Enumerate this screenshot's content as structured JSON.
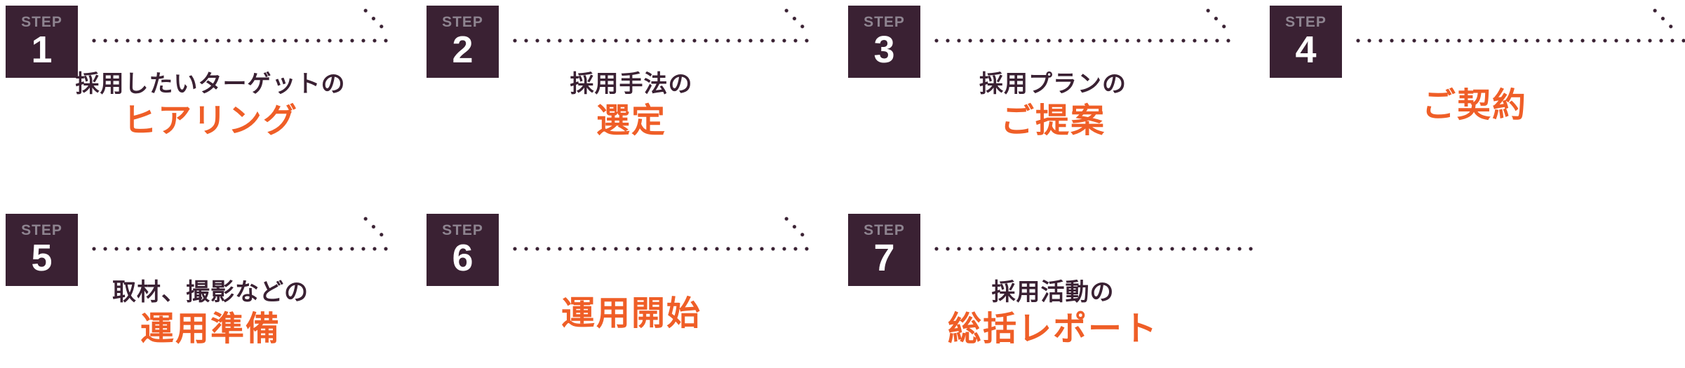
{
  "colors": {
    "accent_orange": "#EF5E27",
    "dark_maroon": "#3A2133",
    "step_label_gray": "#8E8490",
    "background": "#FFFFFF"
  },
  "steps": [
    {
      "label": "STEP",
      "number": "1",
      "title": "採用したいターゲットの",
      "highlight": "ヒアリング"
    },
    {
      "label": "STEP",
      "number": "2",
      "title": "採用手法の",
      "highlight": "選定"
    },
    {
      "label": "STEP",
      "number": "3",
      "title": "採用プランの",
      "highlight": "ご提案"
    },
    {
      "label": "STEP",
      "number": "4",
      "title": "",
      "highlight": "ご契約"
    },
    {
      "label": "STEP",
      "number": "5",
      "title": "取材、撮影などの",
      "highlight": "運用準備"
    },
    {
      "label": "STEP",
      "number": "6",
      "title": "",
      "highlight": "運用開始"
    },
    {
      "label": "STEP",
      "number": "7",
      "title": "採用活動の",
      "highlight": "総括レポート"
    }
  ]
}
